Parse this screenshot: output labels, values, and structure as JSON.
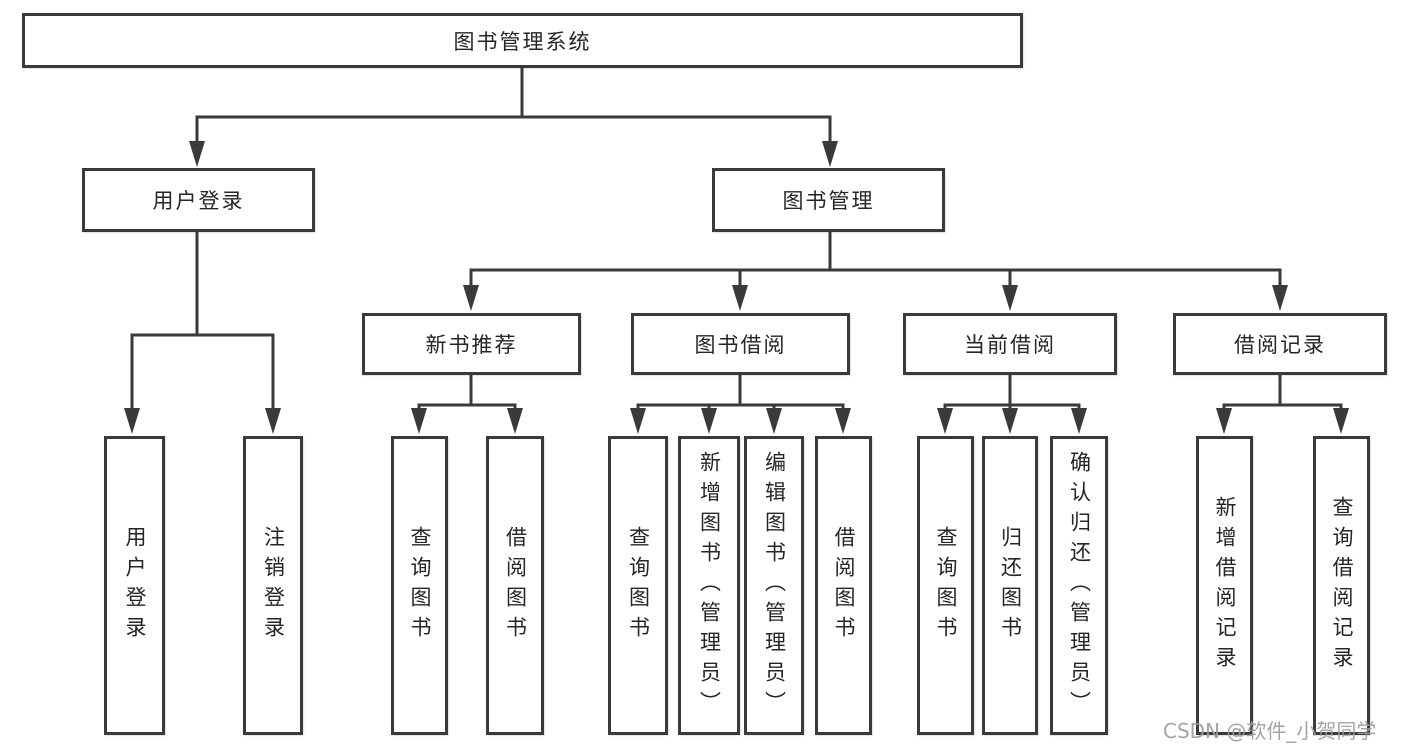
{
  "nodes": {
    "root": "图书管理系统",
    "userLogin": "用户登录",
    "bookManagement": "图书管理",
    "newBookRecommend": "新书推荐",
    "bookBorrow": "图书借阅",
    "currentBorrow": "当前借阅",
    "borrowRecord": "借阅记录"
  },
  "leaves": {
    "userLogin": [
      "用户登录",
      "注销登录"
    ],
    "newBookRecommend": [
      "查询图书",
      "借阅图书"
    ],
    "bookBorrow": [
      "查询图书",
      "新增图书（管理员）",
      "编辑图书（管理员）",
      "借阅图书"
    ],
    "currentBorrow": [
      "查询图书",
      "归还图书",
      "确认归还（管理员）"
    ],
    "borrowRecord": [
      "新增借阅记录",
      "查询借阅记录"
    ]
  },
  "watermark": "CSDN @软件_小贺同学",
  "colors": {
    "line": "#3a3a3a",
    "text": "#262626",
    "watermark": "#9c9c9c",
    "background": "#ffffff"
  }
}
